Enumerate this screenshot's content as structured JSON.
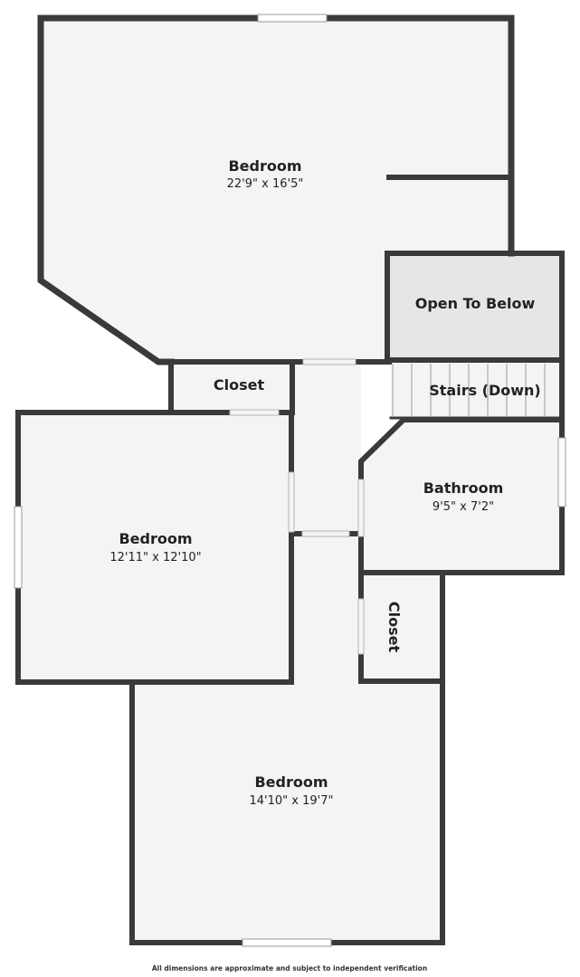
{
  "colors": {
    "wall": "#3a3a3a",
    "floor": "#f4f4f4",
    "open_to_below": "#e6e6e6",
    "background": "#ffffff"
  },
  "rooms": {
    "bedroom_top": {
      "name": "Bedroom",
      "dimensions": "22'9\" x 16'5\""
    },
    "open_to_below": {
      "name": "Open To Below"
    },
    "closet_top": {
      "name": "Closet"
    },
    "stairs": {
      "name": "Stairs (Down)"
    },
    "bedroom_left": {
      "name": "Bedroom",
      "dimensions": "12'11\" x 12'10\""
    },
    "bathroom": {
      "name": "Bathroom",
      "dimensions": "9'5\" x 7'2\""
    },
    "closet_right": {
      "name": "Closet"
    },
    "bedroom_bottom": {
      "name": "Bedroom",
      "dimensions": "14'10\" x 19'7\""
    }
  },
  "disclaimer": "All dimensions are approximate and subject to independent verification"
}
